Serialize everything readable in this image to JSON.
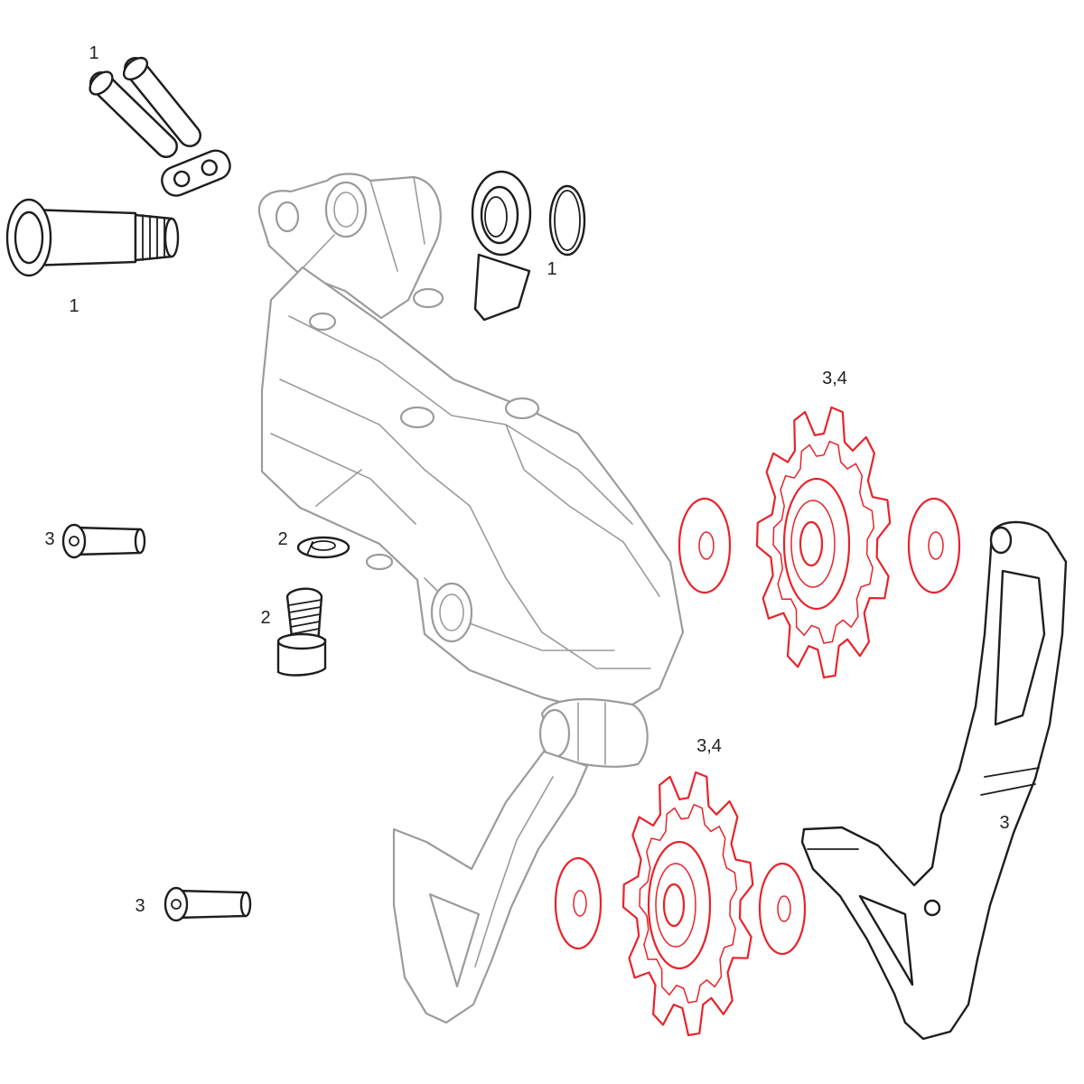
{
  "colors": {
    "line": "#9b9b9b",
    "part": "#1e1e1e",
    "highlight": "#e8232a",
    "background": "#ffffff"
  },
  "labels": {
    "pins": "1",
    "main_bolt": "1",
    "spring_cover": "1",
    "upper_pulley": "3,4",
    "left_bolt": "3",
    "washer": "2",
    "screw": "2",
    "lower_pulley": "3,4",
    "outer_cage": "3",
    "lower_bolt": "3"
  }
}
